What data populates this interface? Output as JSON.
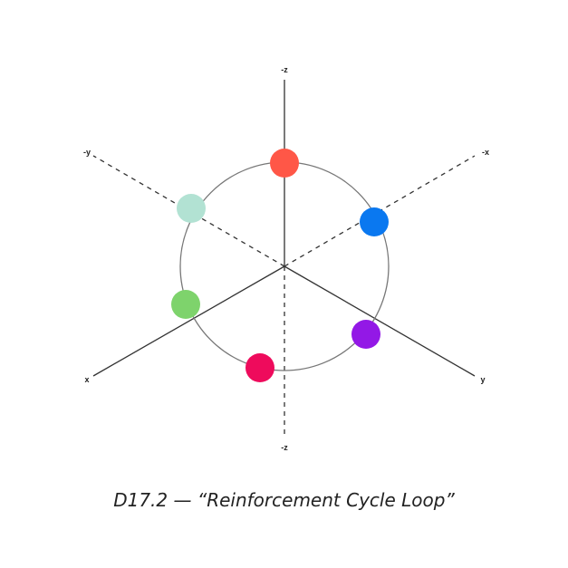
{
  "caption": "D17.2 — “Reinforcement Cycle Loop”",
  "axes": {
    "top": "-z",
    "bottom": "-z",
    "upper_left": "-y",
    "upper_right": "-x",
    "lower_left": "x",
    "lower_right": "y"
  },
  "colors": {
    "axis": "#333333",
    "ring": "#777777",
    "nodes": [
      "#ff5747",
      "#0a78f0",
      "#9318e6",
      "#ee0b5c",
      "#7ed36c",
      "#b2e2d3"
    ]
  }
}
